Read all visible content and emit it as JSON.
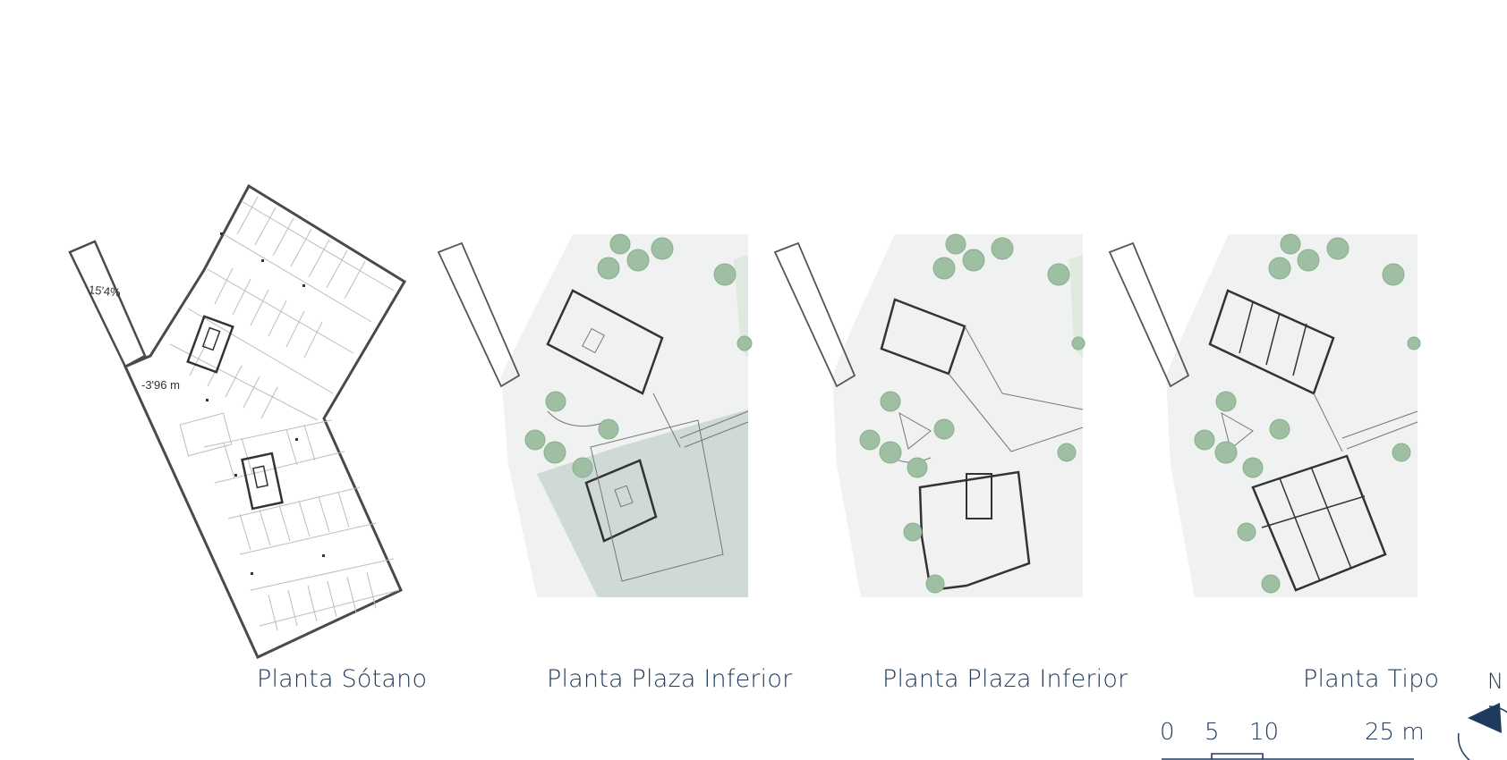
{
  "plans": [
    {
      "title": "Planta Sótano",
      "annotations": [
        "15'4%",
        "-3'96 m"
      ]
    },
    {
      "title": "Planta Plaza Inferior"
    },
    {
      "title": "Planta Plaza Inferior"
    },
    {
      "title": "Planta Tipo"
    }
  ],
  "scale_bar": {
    "labels": [
      "0",
      "5",
      "10",
      "25 m"
    ]
  },
  "north_arrow": {
    "label": "N"
  },
  "colors": {
    "ink": "#1f3a5f",
    "tree": "#9fbfa3",
    "plaza": "#f0f2f1",
    "shadow": "#cfdad6"
  }
}
